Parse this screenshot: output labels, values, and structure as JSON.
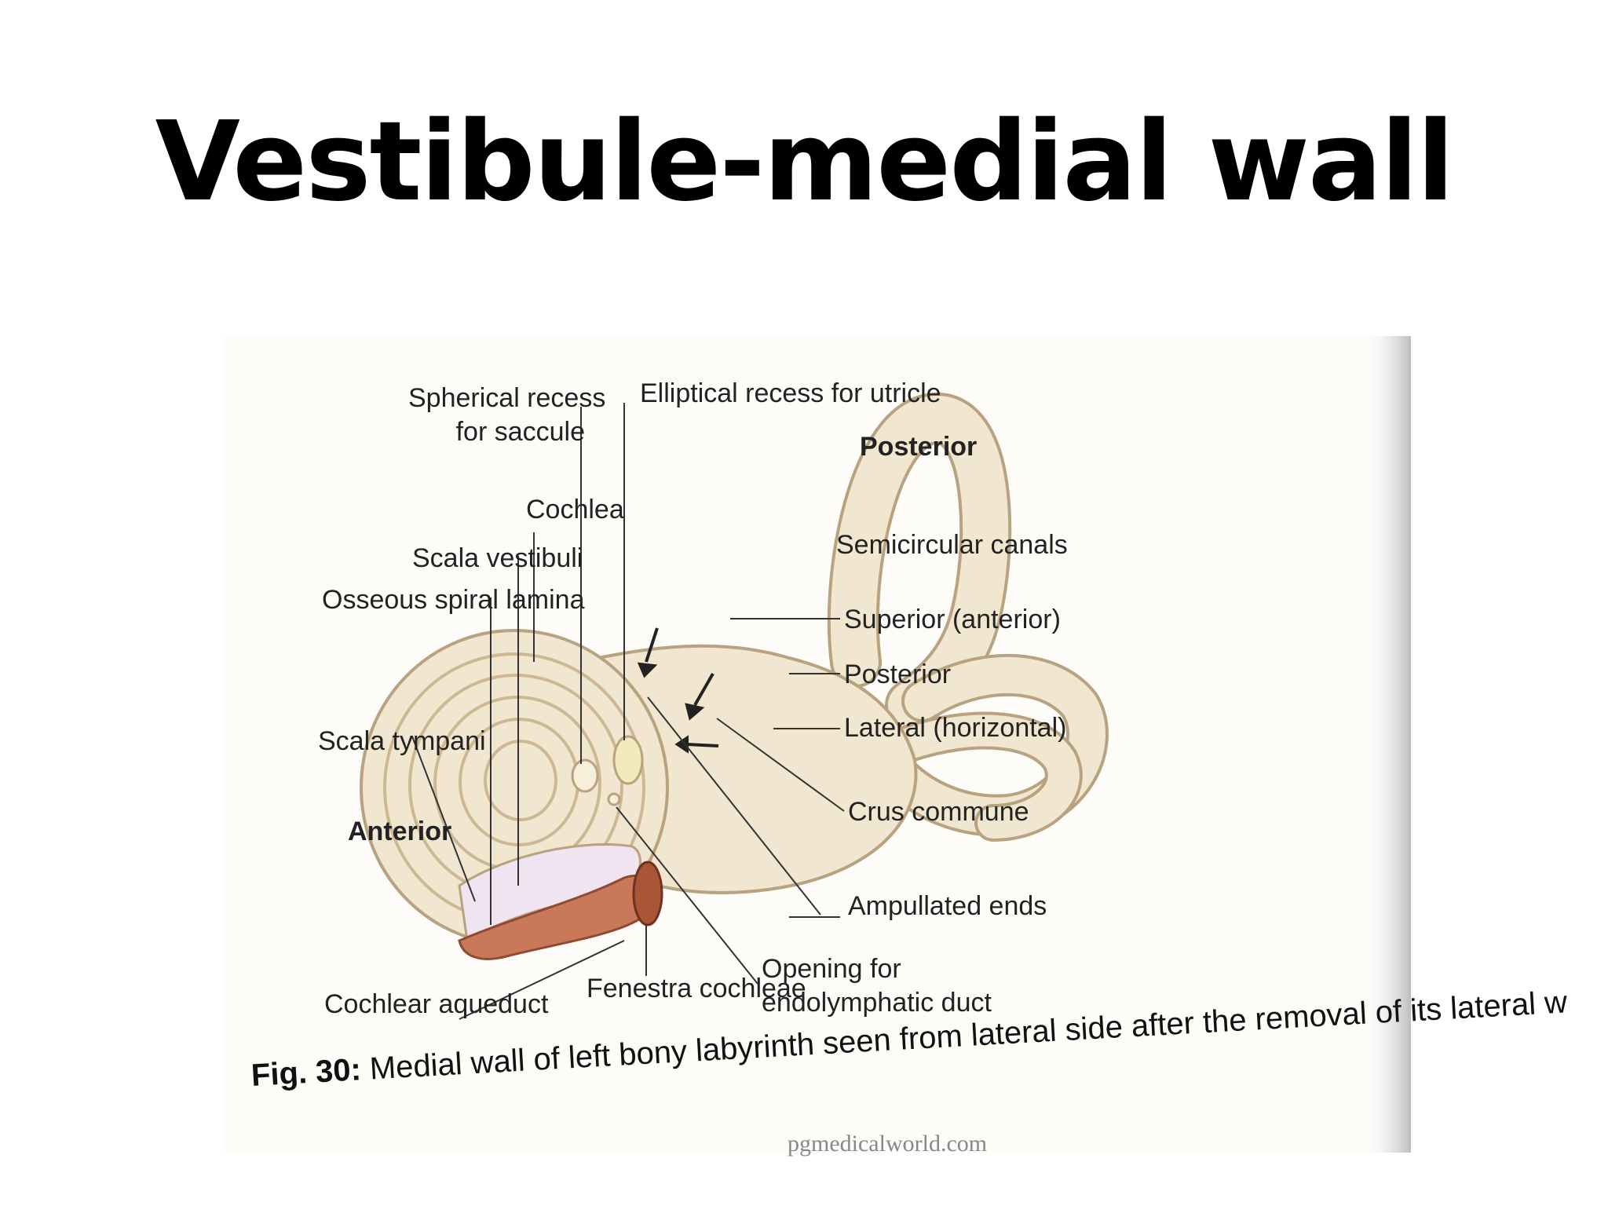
{
  "slide": {
    "title": "Vestibule-medial wall"
  },
  "figure": {
    "labels": {
      "spherical_recess_1": "Spherical recess",
      "spherical_recess_2": "for saccule",
      "elliptical_recess": "Elliptical recess for utricle",
      "posterior_direction": "Posterior",
      "cochlea": "Cochlea",
      "scala_vestibuli": "Scala vestibuli",
      "semicircular_canals": "Semicircular canals",
      "osseous_spiral_lamina": "Osseous spiral lamina",
      "superior_canal": "Superior (anterior)",
      "posterior_canal": "Posterior",
      "lateral_canal": "Lateral (horizontal)",
      "scala_tympani": "Scala tympani",
      "crus_commune": "Crus commune",
      "anterior_direction": "Anterior",
      "ampullated_ends": "Ampullated ends",
      "opening_1": "Opening for",
      "opening_2": "endolymphatic duct",
      "cochlear_aqueduct": "Cochlear aqueduct",
      "fenestra_cochleae": "Fenestra cochleae"
    },
    "caption": {
      "prefix": "Fig. 30:",
      "text": "Medial wall of left bony labyrinth seen from lateral side after the removal of its lateral w"
    },
    "watermark": "pgmedicalworld.com"
  },
  "colors": {
    "bone": "#f1e6cf",
    "bone_outline": "#b9a27f",
    "aqueduct": "#c9785a",
    "lilac": "#efe4ef"
  }
}
